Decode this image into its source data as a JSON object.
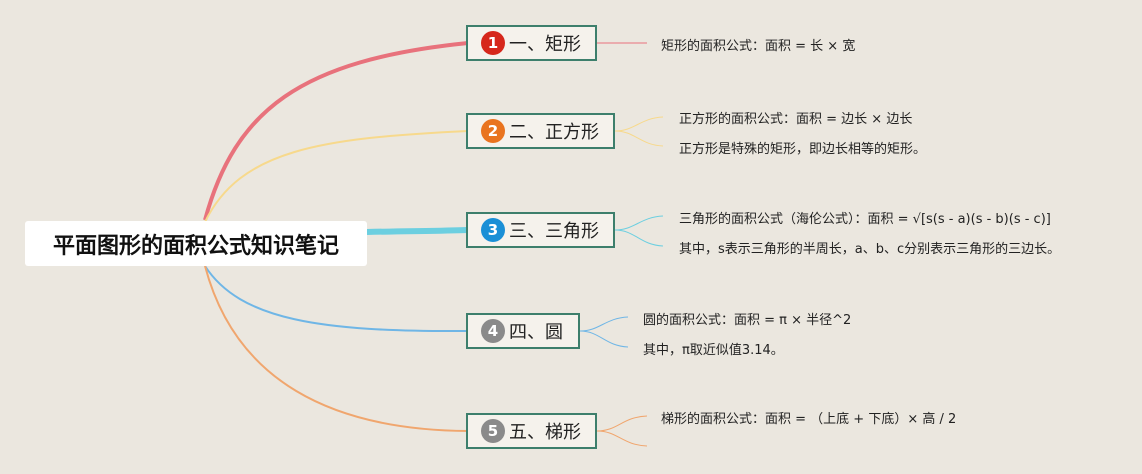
{
  "root": {
    "title": "平面图形的面积公式知识笔记"
  },
  "branches": [
    {
      "number": "1",
      "label": "一、矩形",
      "badge_color": "#d6271b",
      "line_color": "#e8727c",
      "notes": [
        "矩形的面积公式：面积 = 长 × 宽"
      ]
    },
    {
      "number": "2",
      "label": "二、正方形",
      "badge_color": "#e9741f",
      "line_color": "#f7d98c",
      "notes": [
        "正方形的面积公式：面积 = 边长 × 边长",
        "正方形是特殊的矩形，即边长相等的矩形。"
      ]
    },
    {
      "number": "3",
      "label": "三、三角形",
      "badge_color": "#1a8fd6",
      "line_color": "#6ccfe0",
      "notes": [
        "三角形的面积公式（海伦公式）：面积 = √[s(s - a)(s - b)(s - c)]",
        "其中，s表示三角形的半周长，a、b、c分别表示三角形的三边长。"
      ]
    },
    {
      "number": "4",
      "label": "四、圆",
      "badge_color": "#8a8a8a",
      "line_color": "#6fb6e6",
      "notes": [
        "圆的面积公式：面积 = π × 半径^2",
        "其中，π取近似值3.14。"
      ]
    },
    {
      "number": "5",
      "label": "五、梯形",
      "badge_color": "#8a8a8a",
      "line_color": "#f0a66e",
      "notes": [
        "梯形的面积公式：面积 = （上底 + 下底）× 高 / 2"
      ]
    }
  ]
}
